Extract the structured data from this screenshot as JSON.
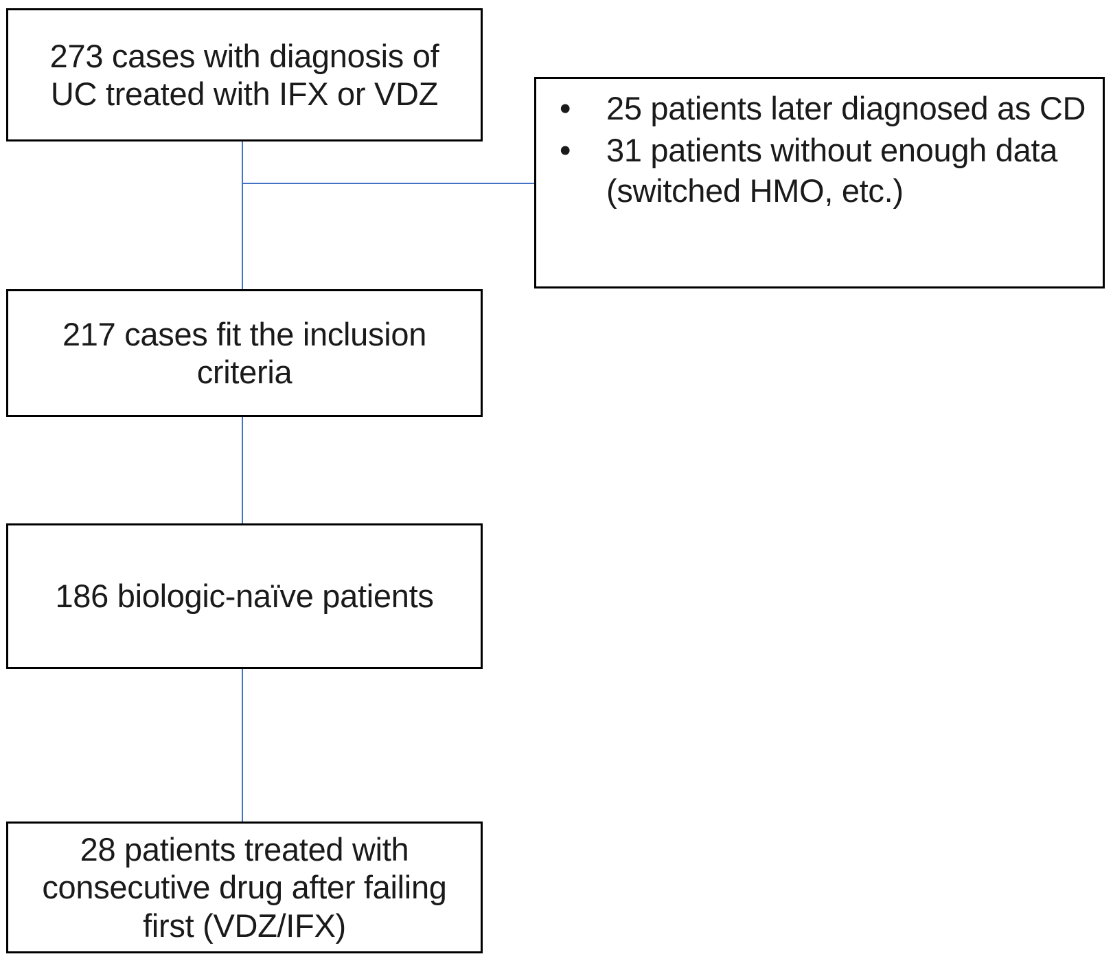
{
  "diagram": {
    "type": "patient-flow-chart",
    "accent_line_color": "#4472C4",
    "box_border_color": "#000000",
    "background_color": "#FFFFFF",
    "nodes": [
      {
        "id": "screened",
        "text": "273 cases with diagnosis of\nUC treated with IFX or VDZ",
        "count": 273
      },
      {
        "id": "included",
        "text": "217 cases fit the inclusion\ncriteria",
        "count": 217
      },
      {
        "id": "naive",
        "text": "186 biologic-naïve patients",
        "count": 186
      },
      {
        "id": "switched",
        "text": "28 patients treated with\nconsecutive drug after failing\nfirst (VDZ/IFX)",
        "count": 28
      }
    ],
    "exclusions": {
      "bullet_glyph": "•",
      "items": [
        {
          "text": "25 patients later diagnosed as CD",
          "count": 25
        },
        {
          "text": "31 patients without enough data (switched HMO, etc.)",
          "count": 31
        }
      ]
    }
  }
}
